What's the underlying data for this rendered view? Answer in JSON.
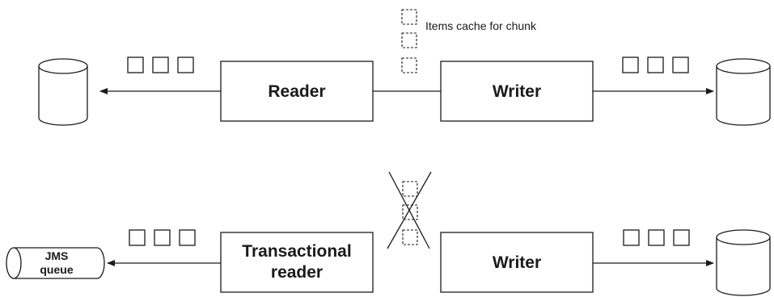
{
  "top_flow": {
    "reader_label": "Reader",
    "writer_label": "Writer",
    "cache_label": "Items cache for chunk"
  },
  "bottom_flow": {
    "reader_label_line1": "Transactional",
    "reader_label_line2": "reader",
    "writer_label": "Writer",
    "queue_label_line1": "JMS",
    "queue_label_line2": "queue"
  }
}
